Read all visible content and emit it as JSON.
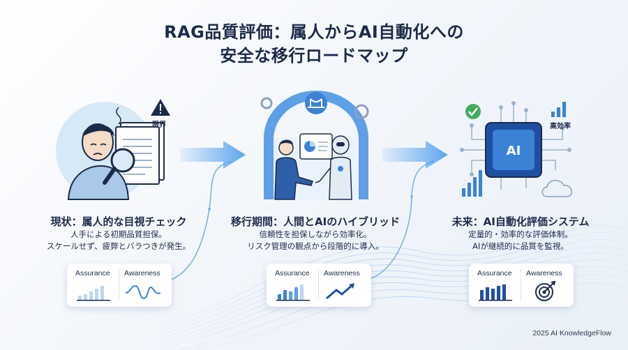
{
  "title": {
    "line1": "RAG品質評価：属人からAI自動化への",
    "line2": "安全な移行ロードマップ"
  },
  "stages": [
    {
      "heading": "現状：属人的な目視チェック",
      "desc_line1": "人手による初期品質担保。",
      "desc_line2": "スケールせず、疲弊とバラつきが発生。",
      "badge": "限界",
      "card": {
        "left_label": "Assurance",
        "right_label": "Awareness",
        "right_icon": "wave-icon"
      }
    },
    {
      "heading": "移行期間：人間とAIのハイブリッド",
      "desc_line1": "信頼性を担保しながら効率化。",
      "desc_line2": "リスク管理の観点から段階的に導入。",
      "card": {
        "left_label": "Assurance",
        "right_label": "Awareness",
        "right_icon": "trend-up-arrow-icon"
      }
    },
    {
      "heading": "未来：AI自動化評価システム",
      "desc_line1": "定量的・効率的な評価体制。",
      "desc_line2": "AIが継続的に品質を監視。",
      "badge": "高効率",
      "chip_label": "AI",
      "card": {
        "left_label": "Assurance",
        "right_label": "Awareness",
        "right_icon": "target-icon"
      }
    }
  ],
  "footer": "2025 AI KnowledgeFlow",
  "colors": {
    "accent": "#3b82d6",
    "navy": "#1c2a4a",
    "light_blue": "#bcd6f2",
    "green": "#3fae5a"
  }
}
